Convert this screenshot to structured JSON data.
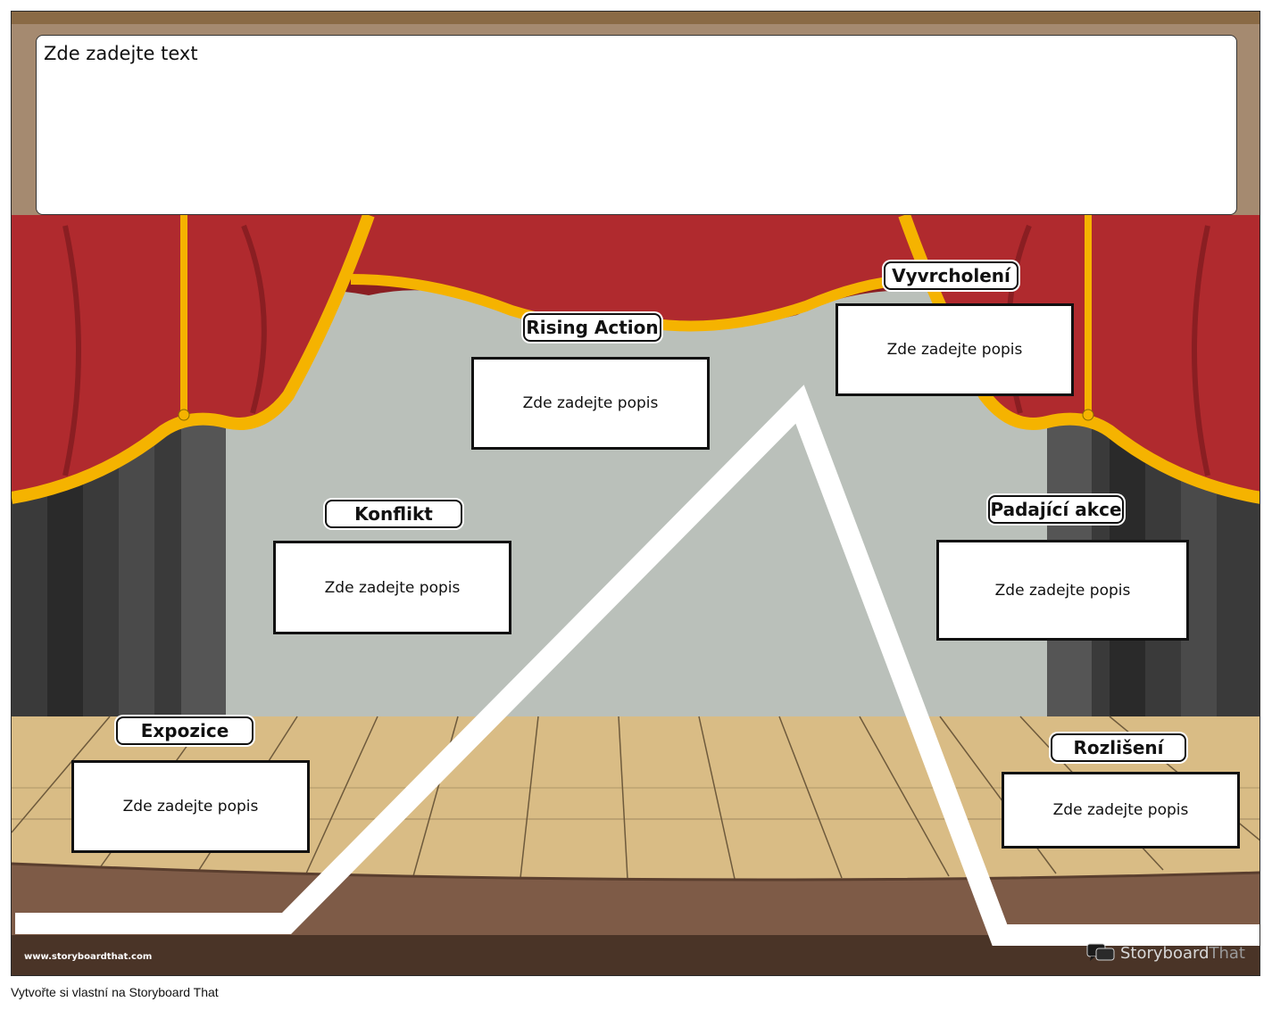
{
  "title_panel": {
    "placeholder": "Zde zadejte text"
  },
  "stages": [
    {
      "key": "expozice",
      "label": "Expozice",
      "description": "Zde zadejte popis"
    },
    {
      "key": "konflikt",
      "label": "Konflikt",
      "description": "Zde zadejte popis"
    },
    {
      "key": "rising_action",
      "label": "Rising Action",
      "description": "Zde zadejte popis"
    },
    {
      "key": "vyvrcholeni",
      "label": "Vyvrcholení",
      "description": "Zde zadejte popis"
    },
    {
      "key": "padajici_akce",
      "label": "Padající akce",
      "description": "Zde zadejte popis"
    },
    {
      "key": "rozliseni",
      "label": "Rozlišení",
      "description": "Zde zadejte popis"
    }
  ],
  "watermark": {
    "url": "www.storyboardthat.com",
    "brand_part1": "Storyboard",
    "brand_part2": "That",
    "logo_icon": "speech-bubble-icon"
  },
  "footer": {
    "caption": "Vytvořte si vlastní na Storyboard That"
  },
  "colors": {
    "curtain_red": "#b02a2e",
    "curtain_gold": "#f5b300",
    "backdrop_gray": "#bac0ba",
    "floor_wood": "#d9bc85",
    "frame_brown": "#a58a70"
  }
}
